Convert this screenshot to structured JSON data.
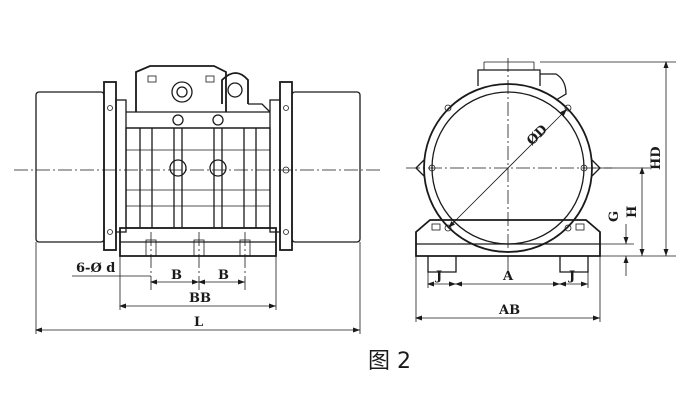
{
  "figure": {
    "caption": "图 2",
    "front_view_labels": {
      "holes": "6-Ø d",
      "b1": "B",
      "b2": "B",
      "bb": "BB",
      "l": "L"
    },
    "side_view_labels": {
      "od": "ØD",
      "j_left": "J",
      "a": "A",
      "j_right": "J",
      "ab": "AB",
      "g": "G",
      "h": "H",
      "hd": "HD"
    }
  }
}
